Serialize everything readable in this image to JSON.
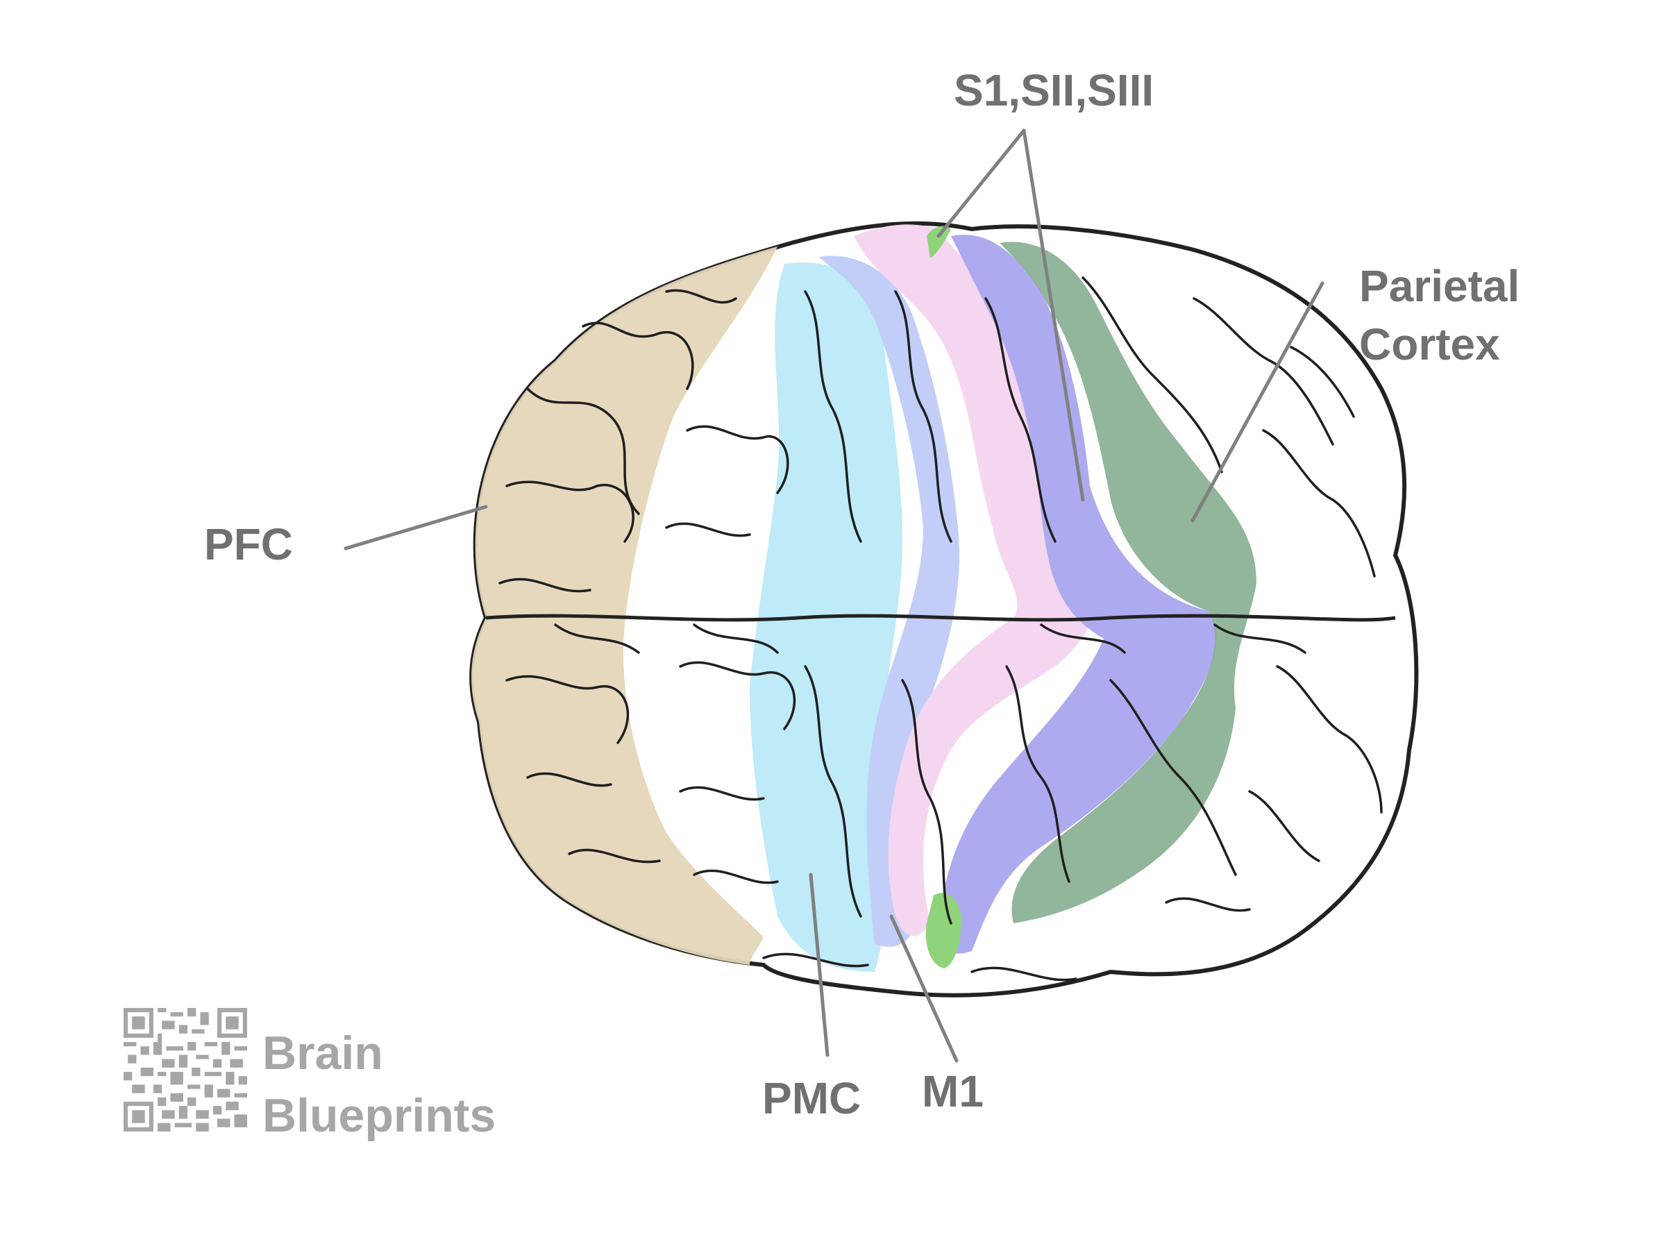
{
  "labels": {
    "pfc": "PFC",
    "s1": "S1,SII,SIII",
    "parietal_line1": "Parietal",
    "parietal_line2": "Cortex",
    "pmc": "PMC",
    "m1": "M1"
  },
  "logo": {
    "line1": "Brain",
    "line2": "Blueprints"
  },
  "colors": {
    "pfc": "#e4d6b9",
    "premotor": "#bfeaf7",
    "m1": "#c2cdf8",
    "s1": "#f5d6f0",
    "s2": "#aeaaf0",
    "parietal": "#7fa98a",
    "green_tip": "#8fd47a",
    "outline": "#222222",
    "leader": "#808080",
    "label_text": "#707070",
    "logo_text": "#a6a6a6"
  }
}
